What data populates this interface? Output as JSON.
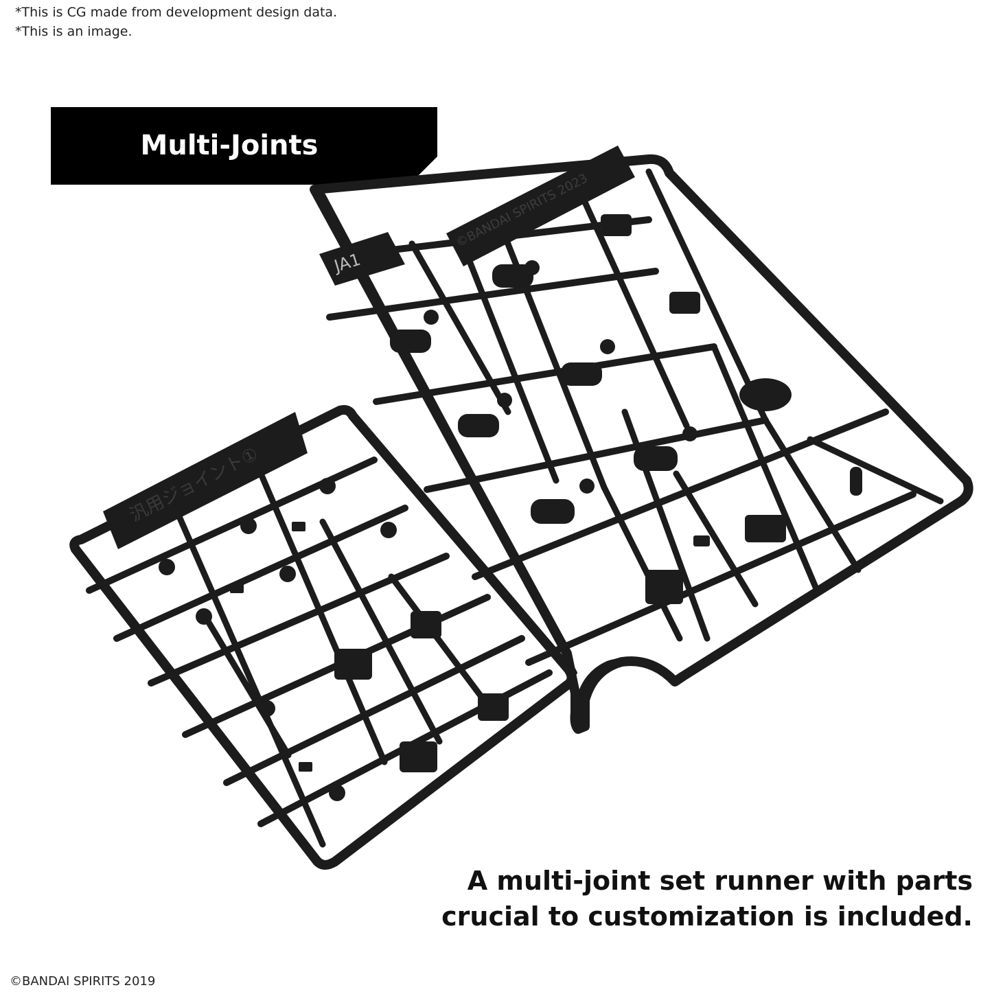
{
  "disclaimer": {
    "line1": "*This is CG made from development design data.",
    "line2": "*This is an image."
  },
  "title": "Multi-Joints",
  "caption": {
    "line1": "A multi-joint set runner with parts",
    "line2": "crucial to customization is included."
  },
  "copyright": "©BANDAI SPIRITS 2019",
  "runner": {
    "tag_label": "JA1",
    "engraving": "©BANDAI SPIRITS 2023",
    "left_plate_label": "汎用ジョイント①"
  },
  "colors": {
    "banner": "#000000",
    "plastic": "#1c1c1c",
    "background": "#ffffff"
  }
}
